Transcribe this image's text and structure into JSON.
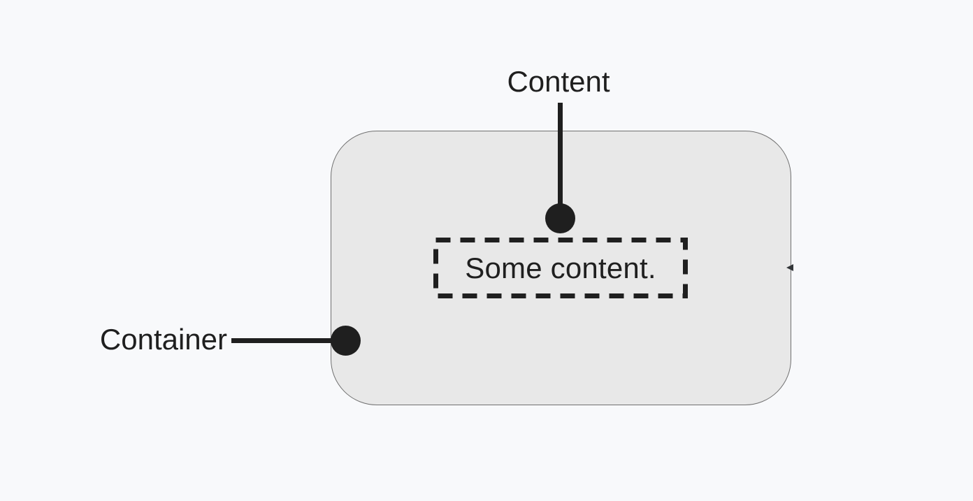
{
  "diagram": {
    "title": "container-content-callout-diagram",
    "labels": {
      "content": "Content",
      "container": "Container"
    },
    "content_box": {
      "text": "Some content.",
      "border_style": "dashed"
    },
    "colors": {
      "background": "#f8f9fb",
      "container_fill": "#e8e8e8",
      "container_border": "#707070",
      "annotation": "#1f1f1f"
    }
  }
}
